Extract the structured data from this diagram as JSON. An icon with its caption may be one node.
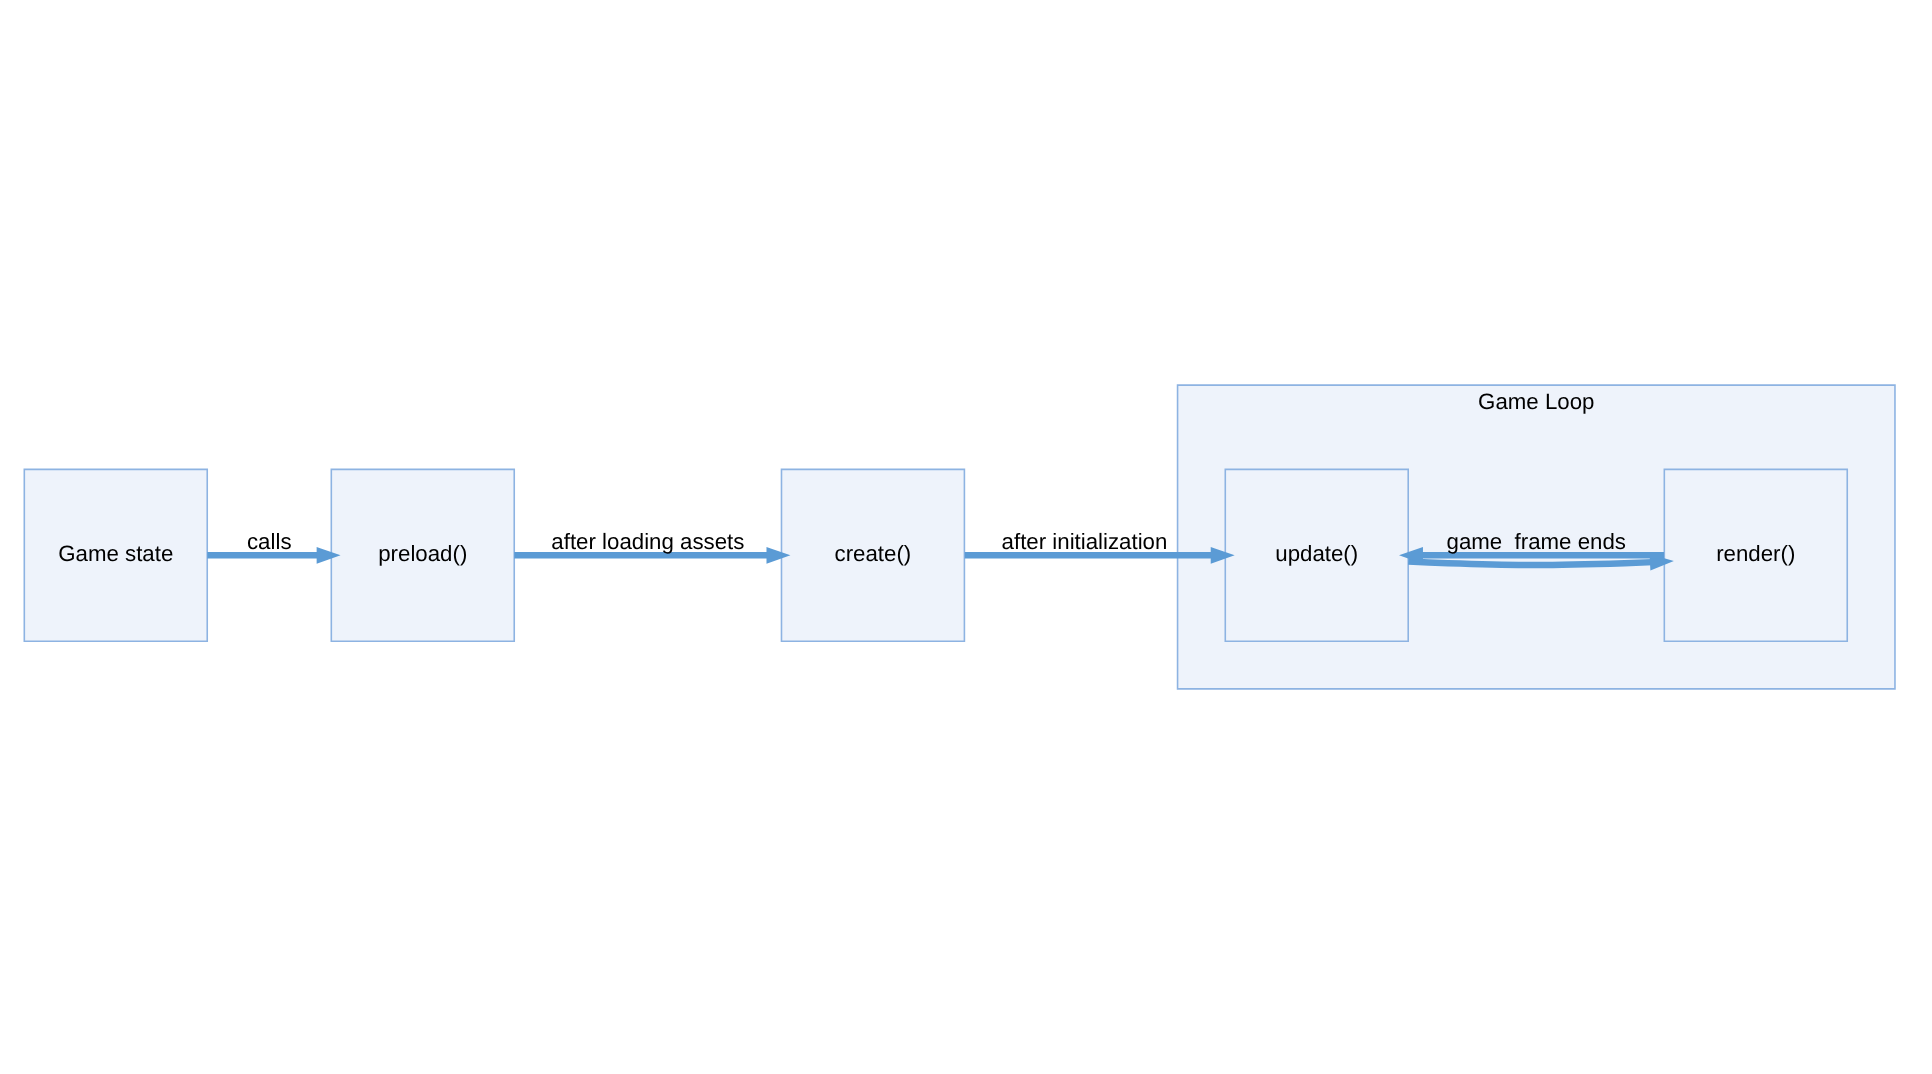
{
  "diagram": {
    "nodes": [
      {
        "text": [
          "Game state"
        ]
      },
      {
        "text": [
          "preload()"
        ]
      },
      {
        "text": [
          "create()"
        ]
      },
      {
        "text": [
          "Game Loop"
        ]
      },
      {
        "text": [
          "update()"
        ],
        "in": 3
      },
      {
        "text": [
          "render()"
        ],
        "in": 3
      }
    ],
    "edges": [
      {
        "from": 0,
        "to": 1,
        "arrow": "to",
        "label": "calls"
      },
      {
        "from": 1,
        "to": 2,
        "arrow": "to",
        "label": "after loading assets"
      },
      {
        "from": 2,
        "to": 4,
        "arrow": "to",
        "label": "after initialization"
      },
      {
        "from": 4,
        "to": 5,
        "arrow": "to"
      },
      {
        "from": 5,
        "to": 4,
        "arrow": "to",
        "label": "game  frame ends"
      }
    ]
  }
}
